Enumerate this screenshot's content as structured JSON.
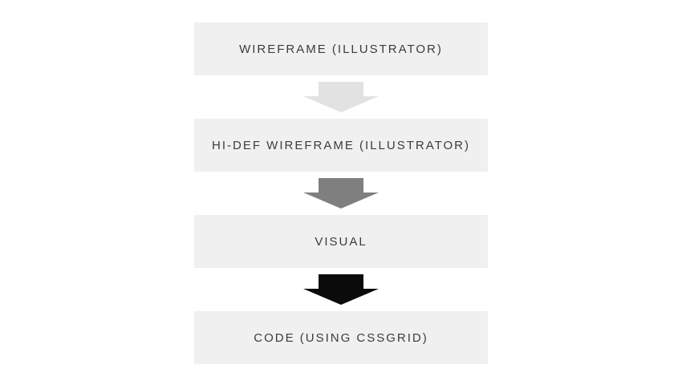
{
  "diagram": {
    "title": "design-to-code workflow",
    "background_color": "#ffffff",
    "box_background_color": "#f0f0f0",
    "text_color": "#3c3c3c",
    "steps": [
      {
        "label": "WIREFRAME (ILLUSTRATOR)"
      },
      {
        "label": "HI-DEF WIREFRAME (ILLUSTRATOR)"
      },
      {
        "label": "VISUAL"
      },
      {
        "label": "CODE (USING CSSGRID)"
      }
    ],
    "arrows": [
      {
        "direction": "down",
        "color": "#e2e2e2"
      },
      {
        "direction": "down",
        "color": "#7f7f7f"
      },
      {
        "direction": "down",
        "color": "#0b0b0b"
      }
    ]
  }
}
